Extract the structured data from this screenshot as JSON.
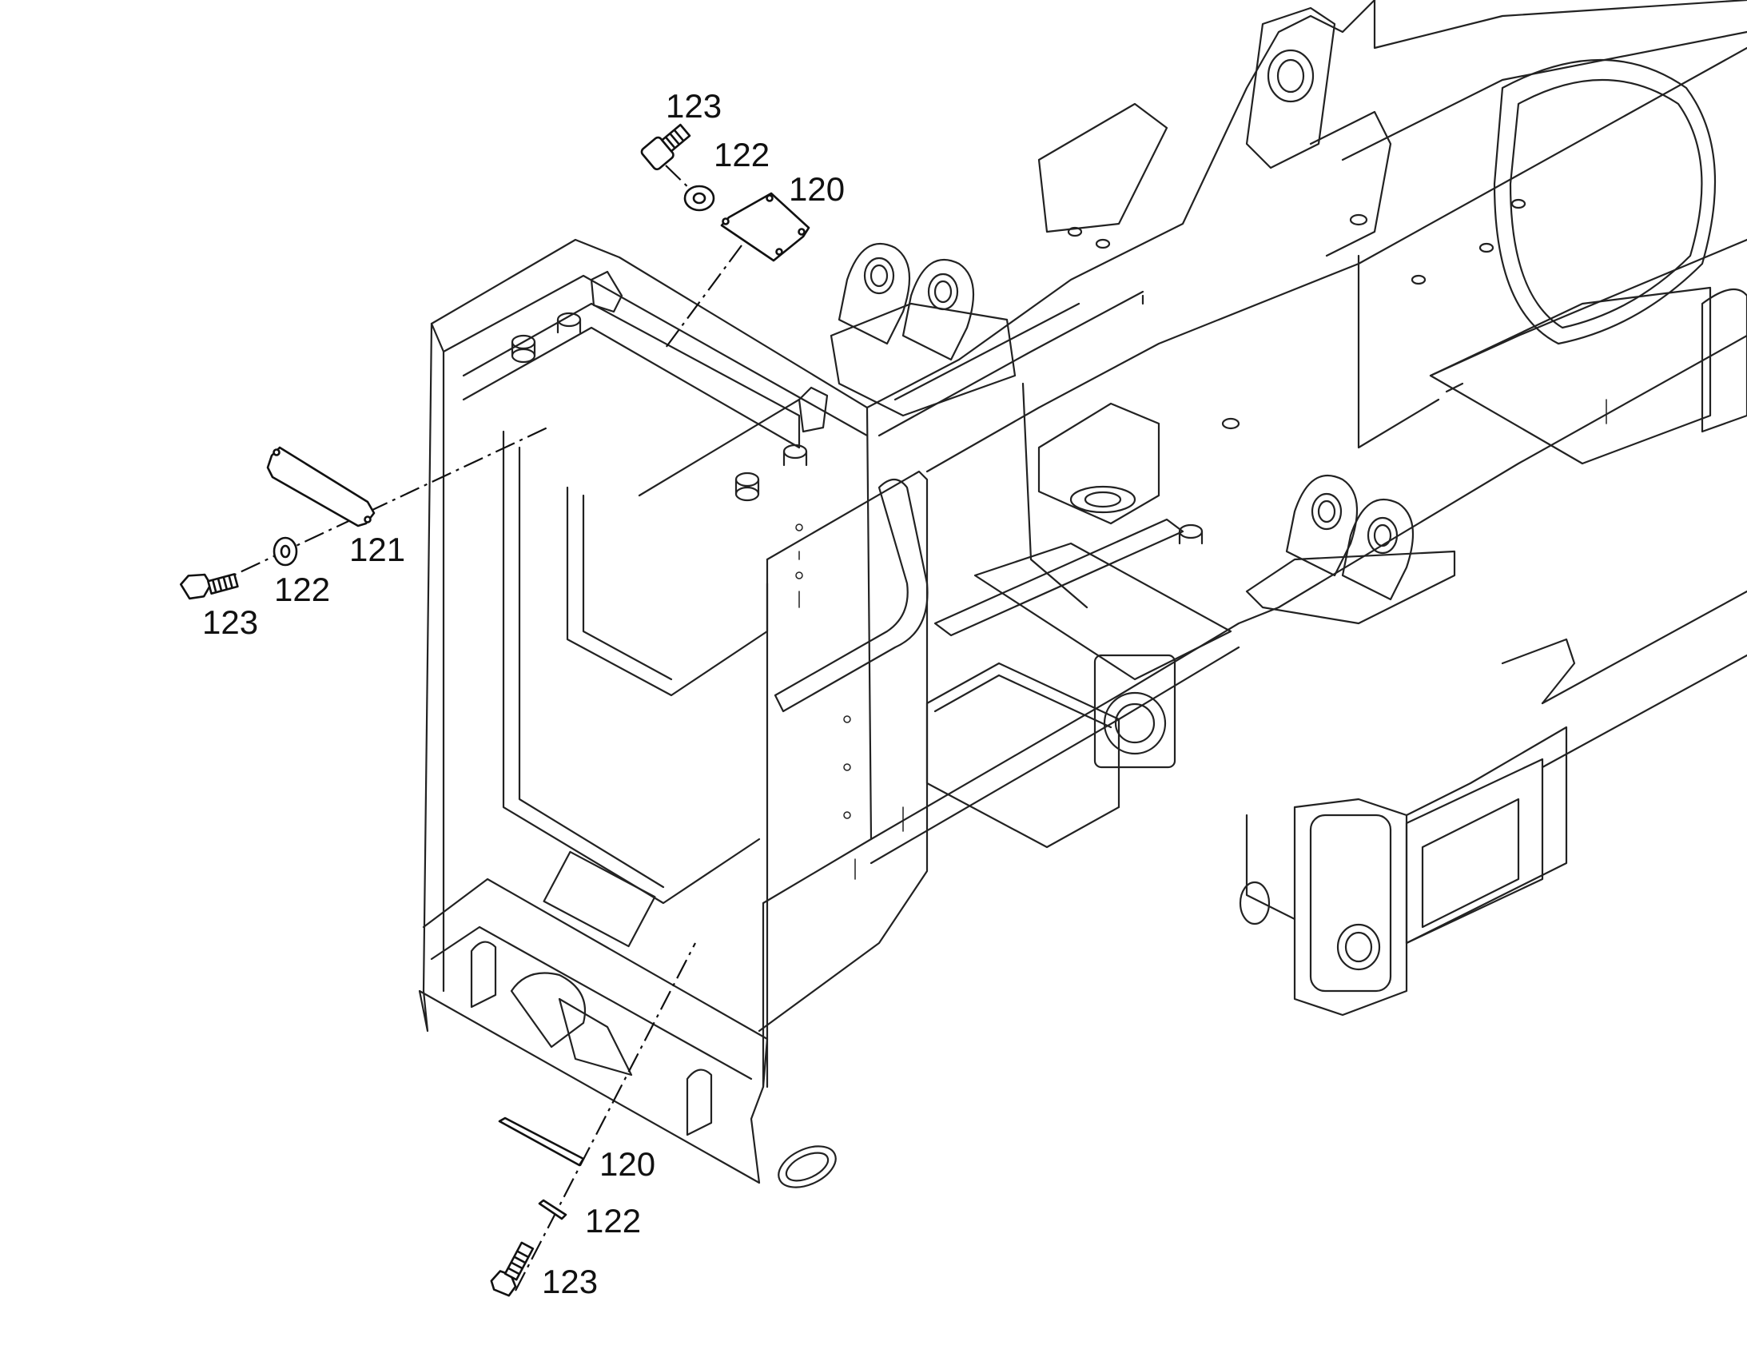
{
  "callouts": {
    "top": {
      "bolt": "123",
      "washer": "122",
      "cover": "120"
    },
    "left": {
      "cover": "121",
      "washer": "122",
      "bolt": "123"
    },
    "bottom": {
      "cover": "120",
      "washer": "122",
      "bolt": "123"
    }
  }
}
